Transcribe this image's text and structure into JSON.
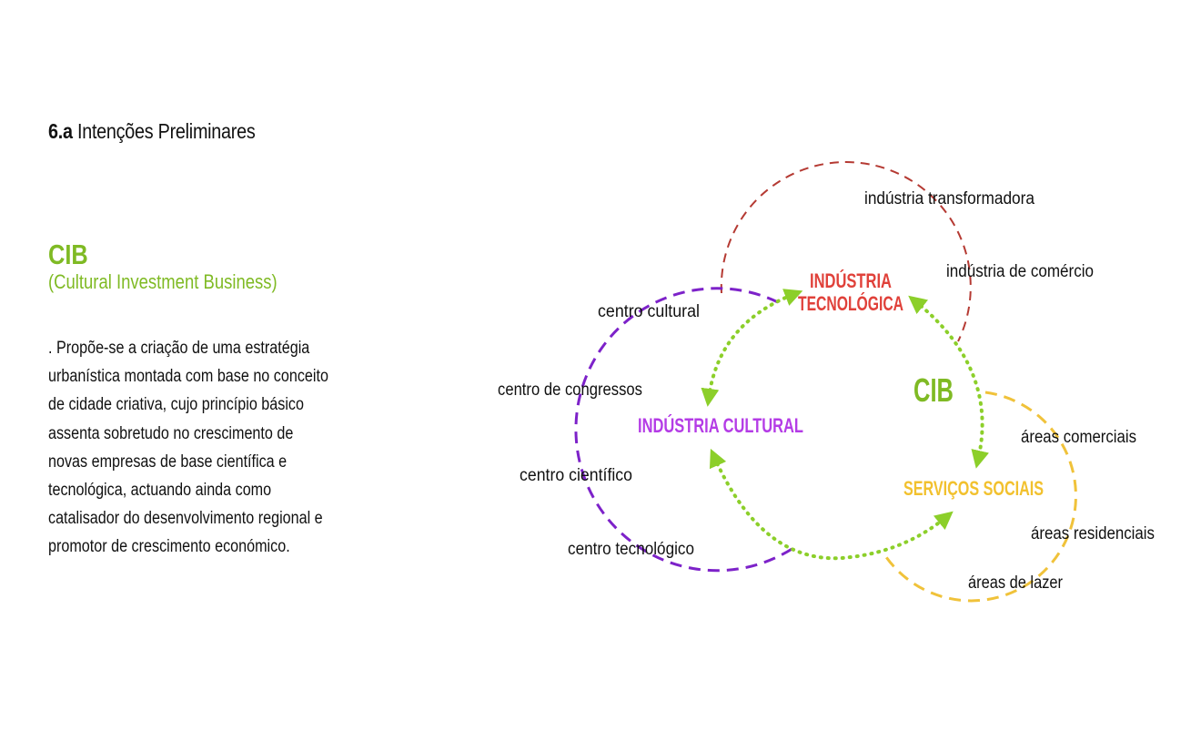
{
  "section": {
    "number": "6.a",
    "title": "Intenções Preliminares"
  },
  "cib": {
    "acronym": "CIB",
    "full_name": "(Cultural Investment Business)"
  },
  "description_lines": [
    ". Propõe-se a criação de uma estratégia",
    "urbanística montada com base no conceito",
    "de cidade criativa, cujo princípio básico",
    "assenta sobretudo no crescimento de",
    "novas empresas de base científica e",
    "tecnológica, actuando ainda como",
    "catalisador do desenvolvimento regional e",
    "promotor de crescimento económico."
  ],
  "diagram": {
    "center_label": "CIB",
    "nodes": {
      "tecnologica": {
        "lines": [
          "INDÚSTRIA",
          "TECNOLÓGICA"
        ],
        "color": "#e0413a"
      },
      "cultural": {
        "lines": [
          "INDÚSTRIA CULTURAL"
        ],
        "color": "#b43ce6"
      },
      "sociais": {
        "lines": [
          "SERVIÇOS SOCIAIS"
        ],
        "color": "#f2c12e"
      }
    },
    "tecnologica_items": [
      "indústria transformadora",
      "indústria de comércio"
    ],
    "cultural_items": [
      "centro cultural",
      "centro de congressos",
      "centro científico",
      "centro tecnológico"
    ],
    "sociais_items": [
      "áreas comerciais",
      "áreas residenciais",
      "áreas de lazer"
    ],
    "colors": {
      "red_circle": "#b53a33",
      "purple_circle": "#7d22c9",
      "yellow_circle": "#f0c23a",
      "green_links": "#8ccf2a",
      "cib_green": "#7fba24"
    }
  }
}
